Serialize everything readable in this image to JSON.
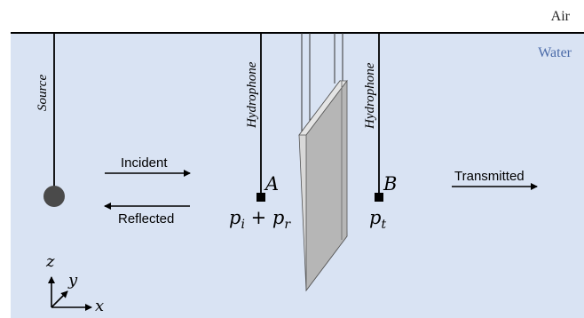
{
  "medium": {
    "air": "Air",
    "water": "Water"
  },
  "devices": {
    "source": "Source",
    "hydrophone_a": "Hydrophone",
    "hydrophone_b": "Hydrophone"
  },
  "points": {
    "a_label": "A",
    "b_label": "B",
    "a_pressure_base": "p",
    "a_pressure_sub1": "i",
    "a_pressure_plus": " + p",
    "a_pressure_sub2": "r",
    "b_pressure_base": "p",
    "b_pressure_sub": "t"
  },
  "waves": {
    "incident": "Incident",
    "reflected": "Reflected",
    "transmitted": "Transmitted"
  },
  "axes": {
    "z": "z",
    "y": "y",
    "x": "x"
  },
  "colors": {
    "water": "#d9e3f3",
    "plate_front": "#b6b6b6",
    "plate_side": "#d8d8d8",
    "source": "#4a4a4a"
  }
}
